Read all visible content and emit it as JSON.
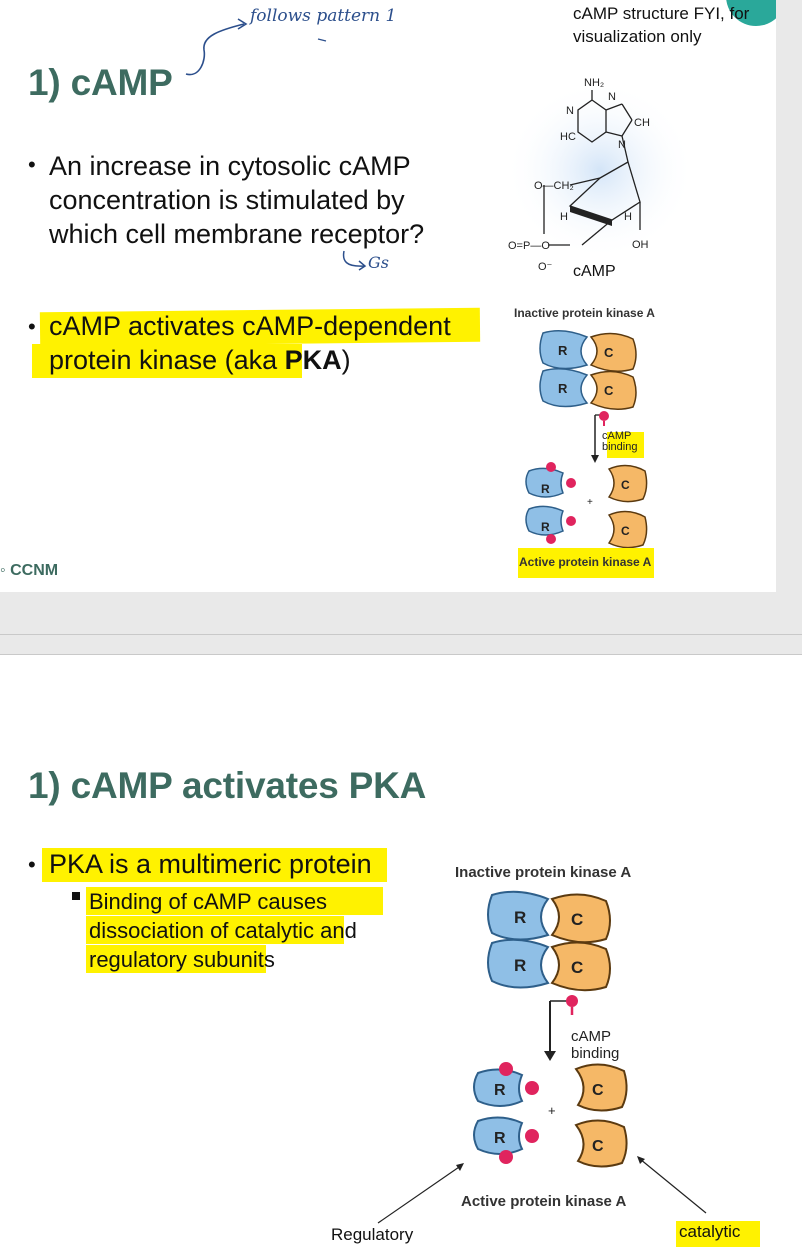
{
  "slide1": {
    "title": "1) cAMP",
    "handwritten_note": "follows pattern 1",
    "handwritten_answer": "Gs",
    "structure_note": "cAMP structure FYI, for visualization only",
    "bullets": [
      "An increase in cytosolic cAMP concentration is stimulated by which cell membrane receptor?",
      "cAMP activates cAMP-dependent protein kinase (aka PKA)"
    ],
    "bullet2_pre": "cAMP activates cAMP-dependent protein kinase (aka ",
    "bullet2_bold": "PKA",
    "bullet2_post": ")",
    "molecule": {
      "nh2": "NH2",
      "o_ch2": "O—CH2",
      "oh": "OH",
      "phosphate": "O=P—O",
      "o_minus": "O⁻",
      "name": "cAMP"
    },
    "logo": "CCNM"
  },
  "pka_figure": {
    "inactive_label": "Inactive protein kinase A",
    "active_label": "Active protein kinase A",
    "camp_binding_1": "cAMP",
    "camp_binding_2": "binding",
    "r": "R",
    "c": "C",
    "plus": "+"
  },
  "slide2": {
    "title": "1) cAMP activates PKA",
    "bullet": "PKA is a multimeric protein",
    "sub_bullet": "Binding of cAMP causes dissociation of catalytic and regulatory subunits",
    "sub_line1": "Binding of cAMP causes",
    "sub_line2": "dissociation of catalytic and",
    "sub_line3": "regulatory subunits",
    "label_regulatory": "Regulatory",
    "label_catalytic": "catalytic"
  },
  "colors": {
    "title": "#3d6b60",
    "highlight": "#fff200",
    "regulatory": "#8fbfe6",
    "catalytic": "#f5b867",
    "camp_marker": "#e0245e",
    "ink": "#2c4f8c"
  }
}
